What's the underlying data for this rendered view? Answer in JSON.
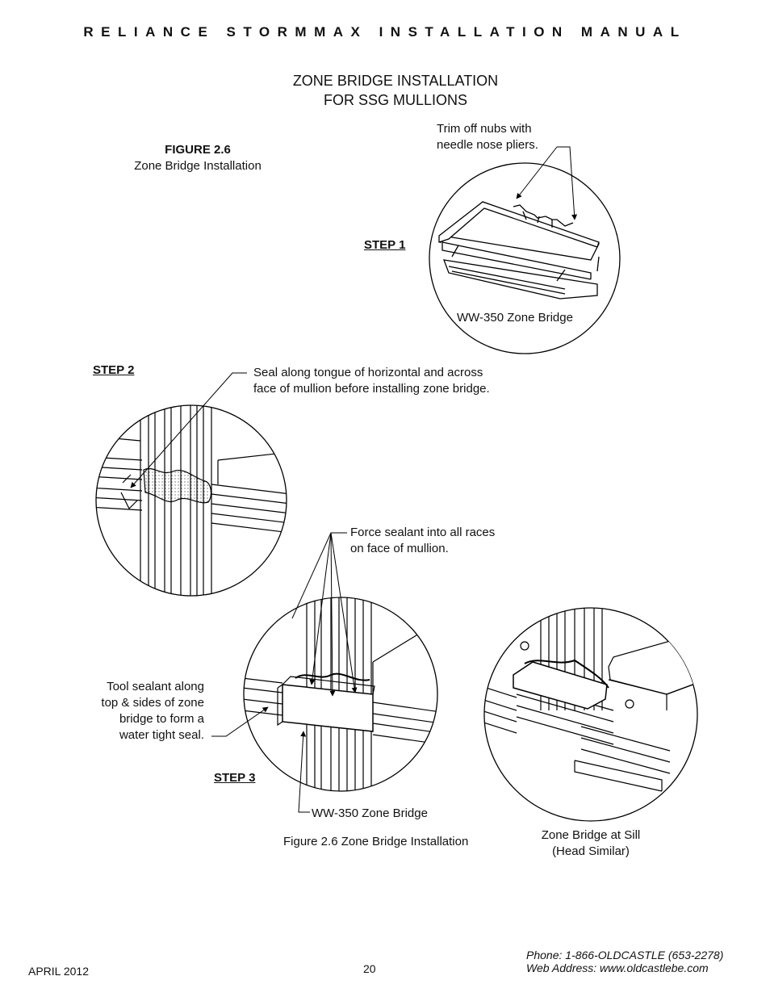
{
  "header": {
    "text": "RELIANCE STORMMAX INSTALLATION MANUAL"
  },
  "title": {
    "line1": "ZONE BRIDGE INSTALLATION",
    "line2": "FOR SSG MULLIONS"
  },
  "figure_caption": {
    "number": "FIGURE 2.6",
    "text": "Zone Bridge Installation"
  },
  "step1": {
    "label": "STEP 1",
    "note_line1": "Trim off nubs with",
    "note_line2": "needle nose pliers.",
    "part_label": "WW-350 Zone Bridge"
  },
  "step2": {
    "label": "STEP 2",
    "note_line1": "Seal along tongue of horizontal and across",
    "note_line2": "face of mullion before installing zone bridge."
  },
  "step3": {
    "label": "STEP 3",
    "force_line1": "Force sealant into all races",
    "force_line2": "on face of mullion.",
    "tool_line1": "Tool sealant along",
    "tool_line2": "top & sides of zone",
    "tool_line3": "bridge to form a",
    "tool_line4": "water tight seal.",
    "part_label": "WW-350 Zone Bridge",
    "figure_note": "Figure 2.6 Zone Bridge Installation"
  },
  "sill": {
    "line1": "Zone Bridge at Sill",
    "line2": "(Head Similar)"
  },
  "footer": {
    "date": "APRIL 2012",
    "page": "20",
    "phone": "Phone: 1-866-OLDCASTLE (653-2278)",
    "web": "Web Address: www.oldcastlebe.com"
  }
}
